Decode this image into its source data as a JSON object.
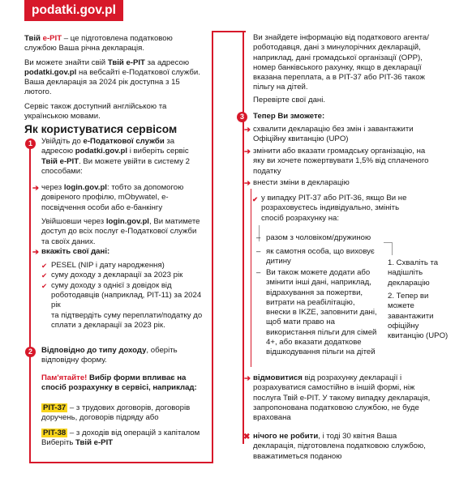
{
  "logo": "podatki.gov.pl",
  "intro": {
    "p1_pre": "Твій ",
    "p1_brand": "e-PIT",
    "p1_post": " – це підготовлена податковою службою Ваша річна декларація.",
    "p2_pre": "Ви можете знайти свій ",
    "p2_brand": "Твій e-PIT",
    "p2_mid": " за адресою ",
    "p2_site": "podatki.gov.pl",
    "p2_post": " на вебсайті e-Податкової служби. Ваша декларація за 2024 рік доступна з 15 лютого.",
    "p3": "Сервіс також доступний англійською та українською мовами."
  },
  "heading": "Як користуватися сервісом",
  "step1": {
    "num": "1",
    "t_pre": "Увійдіть до ",
    "t_b1": "e-Податкової служби",
    "t_mid1": " за адресою ",
    "t_b2": "podatki.gov.pl",
    "t_mid2": " і виберіть сервіс ",
    "t_b3": "Твій e-PIT",
    "t_post": ". Ви можете увійти в систему 2 способами:",
    "via_pre": "через ",
    "via_b": "login.gov.pl",
    "via_post": ": тобто за допомогою довіреного профілю, mObywatel, е-посвідчення особи або е-банкінгу",
    "login_pre": "Увійшовши через ",
    "login_b": "login.gov.pl",
    "login_post": ", Ви матимете доступ до всіх послуг e-Податкової служби та своїх даних.",
    "data_title": "вкажіть свої дані:",
    "items": [
      "PESEL (NIP і дату народження)",
      "суму доходу з декларації за 2023 рік",
      "суму доходу з однієї з довідок від роботодавців (наприклад, PIT-11) за 2024 рік"
    ],
    "confirm": "та підтвердіть суму переплати/податку до сплати з декларації за 2023 рік."
  },
  "step2": {
    "num": "2",
    "t_b": "Відповідно до типу доходу",
    "t_post": ", оберіть відповідну форму.",
    "rem_red": "Пам'ятайте!",
    "rem_b": " Вибір форми впливає на спосіб розрахунку в сервісі, наприклад:",
    "pit37_label": "PIT-37",
    "pit37_text": " – з трудових договорів, договорів доручень, договорів підряду або",
    "pit38_label": "PIT-38",
    "pit38_text_pre": " – з доходів від операцій з капіталом Виберіть ",
    "pit38_brand": "Твій e-PIT"
  },
  "right": {
    "top_text": "Ви знайдете інформацію від податкового агента/роботодавця, дані з минулорічних декларацій, наприклад, дані громадської організації (OPP), номер банківського рахунку, якщо в декларації вказана переплата, а в PIT-37 або PIT-36 також пільгу на дітей.",
    "check": "Перевірте свої дані.",
    "step3_num": "3",
    "step3_title": "Тепер Ви зможете:",
    "o1": "схвалити декларацію без змін і завантажити Офіційну квитанцію (UPO)",
    "o2": "змінити або вказати громадську організацію, на яку ви хочете пожертвувати 1,5% від сплаченого податку",
    "o3": "внести зміни в декларацію",
    "sub_intro": "у випадку PIT-37 або PIT-36, якщо Ви не розраховуєтесь індивідуально, змініть спосіб розрахунку на:",
    "d1": "разом з чоловіком/дружиною",
    "d2": "як самотня особа, що виховує дитину",
    "d3": "Ви також можете додати або змінити інші дані, наприклад, відрахування за пожертви, витрати на реабілітацію, внески в IKZE, заповнити дані, щоб мати право на використання пільги для сімей 4+, або вказати додаткове відшкодування пільги на дітей",
    "side1": "1. Схваліть та надішліть декларацію",
    "side2": "2. Тепер ви можете завантажити офіційну квитанцію (UPO)",
    "o4_b": "відмовитися",
    "o4_post": " від розрахунку декларації і розрахуватися самостійно в іншій формі, ніж послуга Твій e-PIT. У такому випадку декларація, запропонована податковою службою, не буде врахована",
    "o5_b": "нічого не робити",
    "o5_post": ", і тоді 30 квітня Ваша декларація, підготовлена податковою службою, вважатиметься поданою"
  },
  "colors": {
    "brand_red": "#d7182a",
    "highlight": "#f8d51c"
  }
}
